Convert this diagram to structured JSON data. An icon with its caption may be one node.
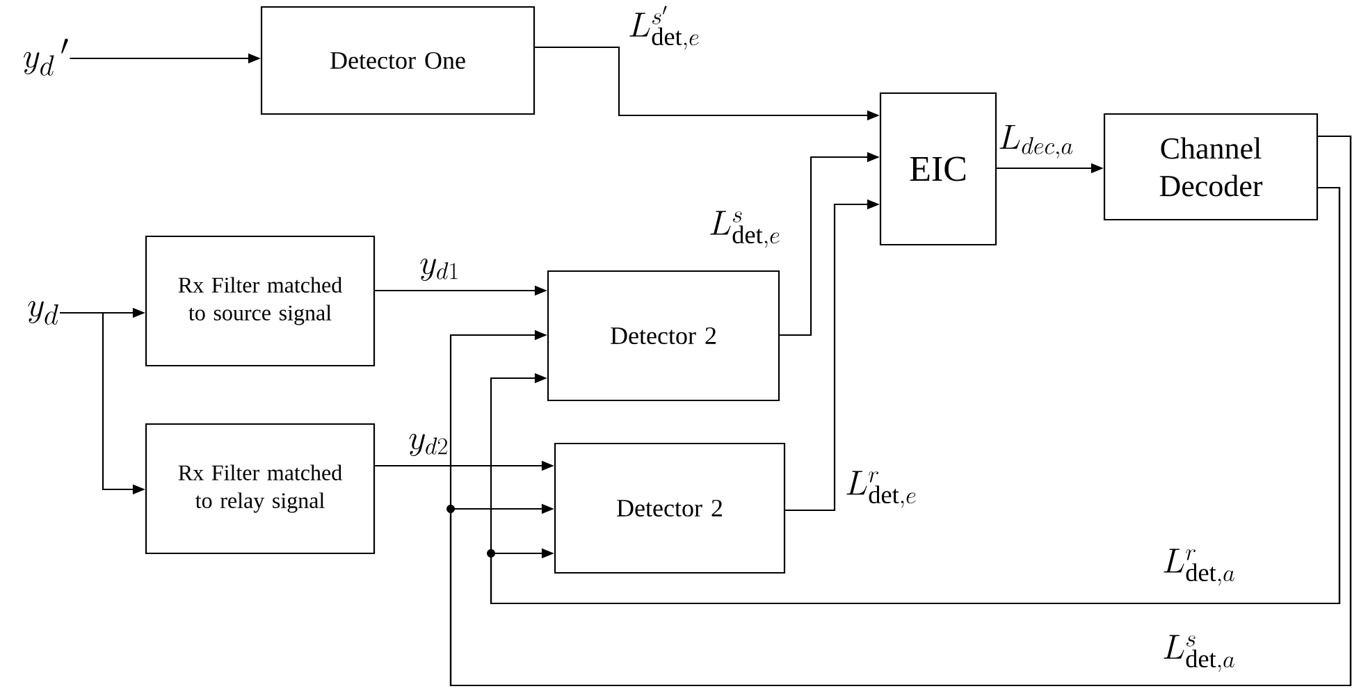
{
  "diagram": {
    "nodes": [
      {
        "text": [
          "y_d\\,'"
        ]
      },
      {
        "text": [
          "Detector One"
        ]
      },
      {
        "text": [
          "EIC"
        ]
      },
      {
        "text": [
          "Channel Decoder"
        ]
      },
      {
        "text": [
          "y_d"
        ]
      },
      {
        "text": [
          "Rx Filter matched to source signal"
        ]
      },
      {
        "text": [
          "Rx Filter matched to relay signal"
        ]
      },
      {
        "text": [
          "Detector 2"
        ]
      },
      {
        "text": [
          "Detector 2"
        ]
      }
    ],
    "edges": [
      {
        "from": 0,
        "to": 1,
        "arrow": "to"
      },
      {
        "from": 1,
        "to": 2,
        "arrow": "to",
        "label": "L^{s'}_{\\mathrm{det},e}"
      },
      {
        "from": 4,
        "to": 5,
        "arrow": "to"
      },
      {
        "from": 4,
        "to": 6,
        "arrow": "to"
      },
      {
        "from": 5,
        "to": 7,
        "arrow": "to",
        "label": "y_{d1}"
      },
      {
        "from": 6,
        "to": 8,
        "arrow": "to",
        "label": "y_{d2}"
      },
      {
        "from": 7,
        "to": 2,
        "arrow": "to",
        "label": "L^{s}_{\\mathrm{det},e}"
      },
      {
        "from": 8,
        "to": 2,
        "arrow": "to",
        "label": "L^{r}_{\\mathrm{det},e}"
      },
      {
        "from": 2,
        "to": 3,
        "arrow": "to",
        "label": "L_{dec,a}"
      },
      {
        "from": 3,
        "to": 7,
        "arrow": "to",
        "label": "L^{s}_{\\mathrm{det},a}"
      },
      {
        "from": 3,
        "to": 8,
        "arrow": "to"
      },
      {
        "from": 3,
        "to": 7,
        "arrow": "to",
        "label": "L^{r}_{\\mathrm{det},a}"
      },
      {
        "from": 3,
        "to": 8,
        "arrow": "to"
      }
    ]
  }
}
